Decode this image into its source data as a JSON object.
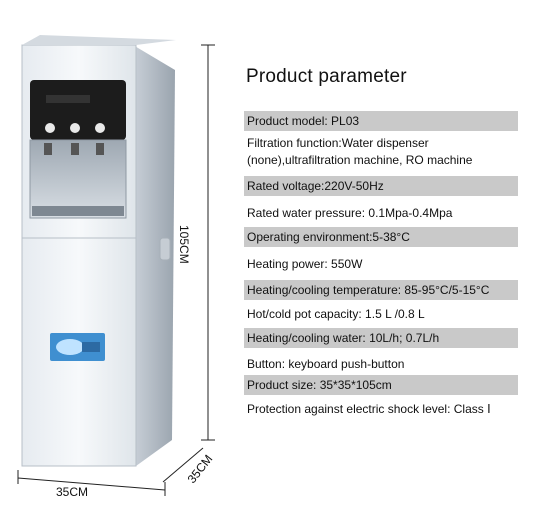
{
  "dimensions": {
    "height": "105CM",
    "width": "35CM",
    "depth": "35CM"
  },
  "title": "Product parameter",
  "specs": [
    {
      "text": "Product model: PL03",
      "shaded": true
    },
    {
      "text": "Filtration function:Water dispenser (none),ultrafiltration machine, RO machine",
      "shaded": false
    },
    {
      "text": "Rated voltage:220V-50Hz",
      "shaded": true
    },
    {
      "text": "Rated water pressure: 0.1Mpa-0.4Mpa",
      "shaded": false
    },
    {
      "text": "Operating environment:5-38°C",
      "shaded": true
    },
    {
      "text": "Heating power: 550W",
      "shaded": false
    },
    {
      "text": "Heating/cooling temperature: 85-95°C/5-15°C",
      "shaded": true
    },
    {
      "text": "Hot/cold pot capacity: 1.5 L /0.8 L",
      "shaded": false
    },
    {
      "text": "Heating/cooling water: 10L/h; 0.7L/h",
      "shaded": true
    },
    {
      "text": "Button: keyboard push-button",
      "shaded": false
    },
    {
      "text": "Product size: 35*35*105cm",
      "shaded": true
    },
    {
      "text": "Protection against electric shock level: Class Ⅰ",
      "shaded": false
    }
  ],
  "colors": {
    "row_shade": "#c9c9c9",
    "cabinet": "#e8ecf1",
    "panel": "#1c1c1c"
  }
}
